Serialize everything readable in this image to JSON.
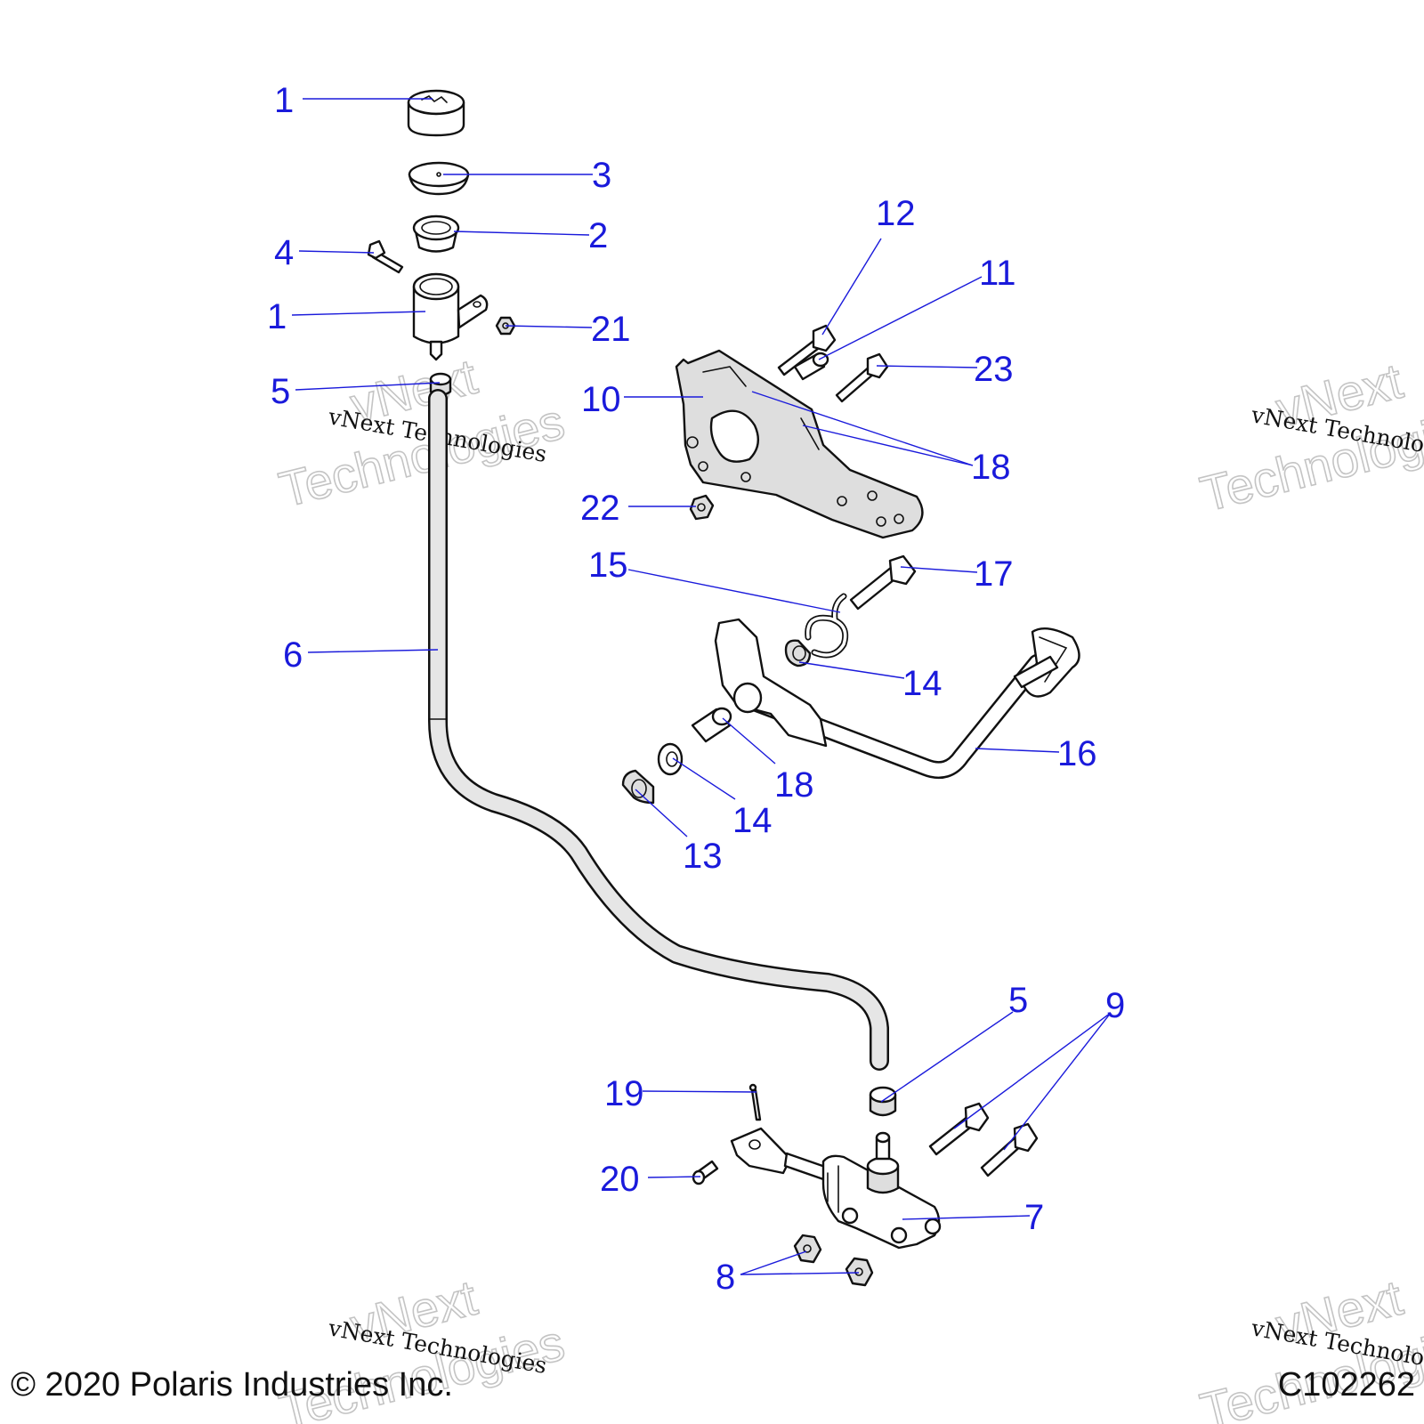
{
  "watermark": {
    "line": "vNext Technologies",
    "word1": "vNext",
    "word2": "Technologies"
  },
  "footer": {
    "copyright": "© 2020 Polaris Industries Inc.",
    "figure_id": "C102262"
  },
  "callouts": [
    {
      "id": "c-1a",
      "text": "1"
    },
    {
      "id": "c-3",
      "text": "3"
    },
    {
      "id": "c-2",
      "text": "2"
    },
    {
      "id": "c-4",
      "text": "4"
    },
    {
      "id": "c-1b",
      "text": "1"
    },
    {
      "id": "c-21",
      "text": "21"
    },
    {
      "id": "c-5a",
      "text": "5"
    },
    {
      "id": "c-12",
      "text": "12"
    },
    {
      "id": "c-11",
      "text": "11"
    },
    {
      "id": "c-23",
      "text": "23"
    },
    {
      "id": "c-10",
      "text": "10"
    },
    {
      "id": "c-18a",
      "text": "18"
    },
    {
      "id": "c-22",
      "text": "22"
    },
    {
      "id": "c-15",
      "text": "15"
    },
    {
      "id": "c-17",
      "text": "17"
    },
    {
      "id": "c-6",
      "text": "6"
    },
    {
      "id": "c-14a",
      "text": "14"
    },
    {
      "id": "c-16",
      "text": "16"
    },
    {
      "id": "c-18b",
      "text": "18"
    },
    {
      "id": "c-14b",
      "text": "14"
    },
    {
      "id": "c-13",
      "text": "13"
    },
    {
      "id": "c-5b",
      "text": "5"
    },
    {
      "id": "c-9",
      "text": "9"
    },
    {
      "id": "c-19",
      "text": "19"
    },
    {
      "id": "c-20",
      "text": "20"
    },
    {
      "id": "c-7",
      "text": "7"
    },
    {
      "id": "c-8",
      "text": "8"
    }
  ]
}
